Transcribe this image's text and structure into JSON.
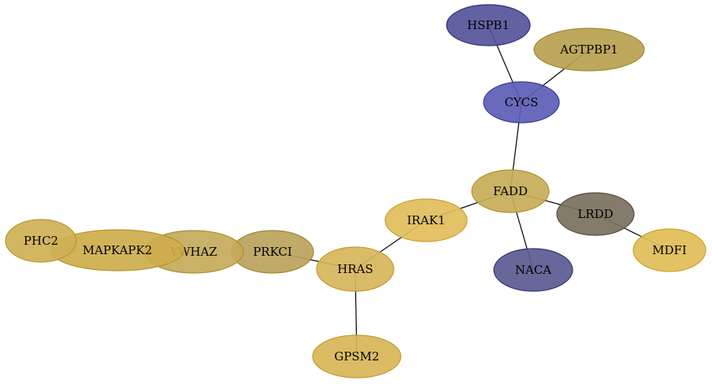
{
  "graph": {
    "nodes": [
      {
        "id": "HSPB1",
        "label": "HSPB1",
        "fill": "#55559b",
        "stroke": "#2e2e80"
      },
      {
        "id": "AGTPBP1",
        "label": "AGTPBP1",
        "fill": "#b9a150",
        "stroke": "#a08a2e"
      },
      {
        "id": "CYCS",
        "label": "CYCS",
        "fill": "#5d5db7",
        "stroke": "#3a3a9a"
      },
      {
        "id": "FADD",
        "label": "FADD",
        "fill": "#c7ac59",
        "stroke": "#b09030"
      },
      {
        "id": "LRDD",
        "label": "LRDD",
        "fill": "#7a705e",
        "stroke": "#55503a"
      },
      {
        "id": "MDFI",
        "label": "MDFI",
        "fill": "#e0bd55",
        "stroke": "#c9a22e"
      },
      {
        "id": "IRAK1",
        "label": "IRAK1",
        "fill": "#e1bd5b",
        "stroke": "#caa232"
      },
      {
        "id": "NACA",
        "label": "NACA",
        "fill": "#5a5a92",
        "stroke": "#35356e"
      },
      {
        "id": "HRAS",
        "label": "HRAS",
        "fill": "#d7b55a",
        "stroke": "#c19c30"
      },
      {
        "id": "GPSM2",
        "label": "GPSM2",
        "fill": "#d8b658",
        "stroke": "#c29d2f"
      },
      {
        "id": "PRKCI",
        "label": "PRKCI",
        "fill": "#bba35c",
        "stroke": "#a08a35"
      },
      {
        "id": "YWHAZ",
        "label": "YWHAZ",
        "fill": "#c4aa5a",
        "stroke": "#ab9030"
      },
      {
        "id": "MAPKAPK2",
        "label": "MAPKAPK2",
        "fill": "#cdac4c",
        "stroke": "#b8962a"
      },
      {
        "id": "PHC2",
        "label": "PHC2",
        "fill": "#cfb055",
        "stroke": "#b8982e"
      }
    ],
    "edges": [
      {
        "source": "HSPB1",
        "target": "CYCS"
      },
      {
        "source": "AGTPBP1",
        "target": "CYCS"
      },
      {
        "source": "CYCS",
        "target": "FADD"
      },
      {
        "source": "FADD",
        "target": "LRDD"
      },
      {
        "source": "LRDD",
        "target": "MDFI"
      },
      {
        "source": "FADD",
        "target": "NACA"
      },
      {
        "source": "FADD",
        "target": "IRAK1"
      },
      {
        "source": "IRAK1",
        "target": "HRAS"
      },
      {
        "source": "HRAS",
        "target": "GPSM2"
      },
      {
        "source": "HRAS",
        "target": "PRKCI"
      }
    ]
  }
}
